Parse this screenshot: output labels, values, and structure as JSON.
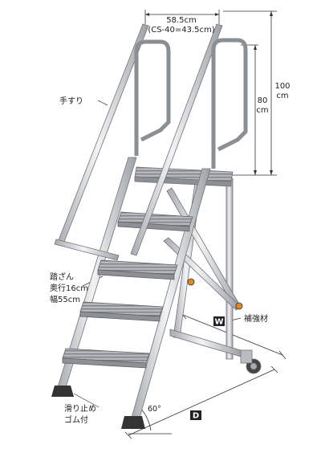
{
  "dimensions": {
    "width_top": "58.5cm",
    "width_top_alt": "(CS-40=43.5cm)",
    "height_total": "100",
    "height_total_unit": "cm",
    "handrail_height": "80",
    "handrail_height_unit": "cm",
    "angle": "60°"
  },
  "labels": {
    "handrail": "手すり",
    "step_line1": "踏ざん",
    "step_line2": "奥行16cm",
    "step_line3": "幅55cm",
    "reinforcement": "補強材",
    "anti_slip_line1": "滑り止め",
    "anti_slip_line2": "ゴム付"
  },
  "badges": {
    "width": "W",
    "depth": "D"
  },
  "colors": {
    "aluminum_light": "#eef0f2",
    "aluminum_mid": "#c4c8cc",
    "aluminum_dark": "#8a8f94",
    "outline": "#5f6368",
    "rubber": "#333333",
    "orange_knob": "#e08a1e",
    "badge_bg": "#222222",
    "dim_line": "#333333"
  }
}
